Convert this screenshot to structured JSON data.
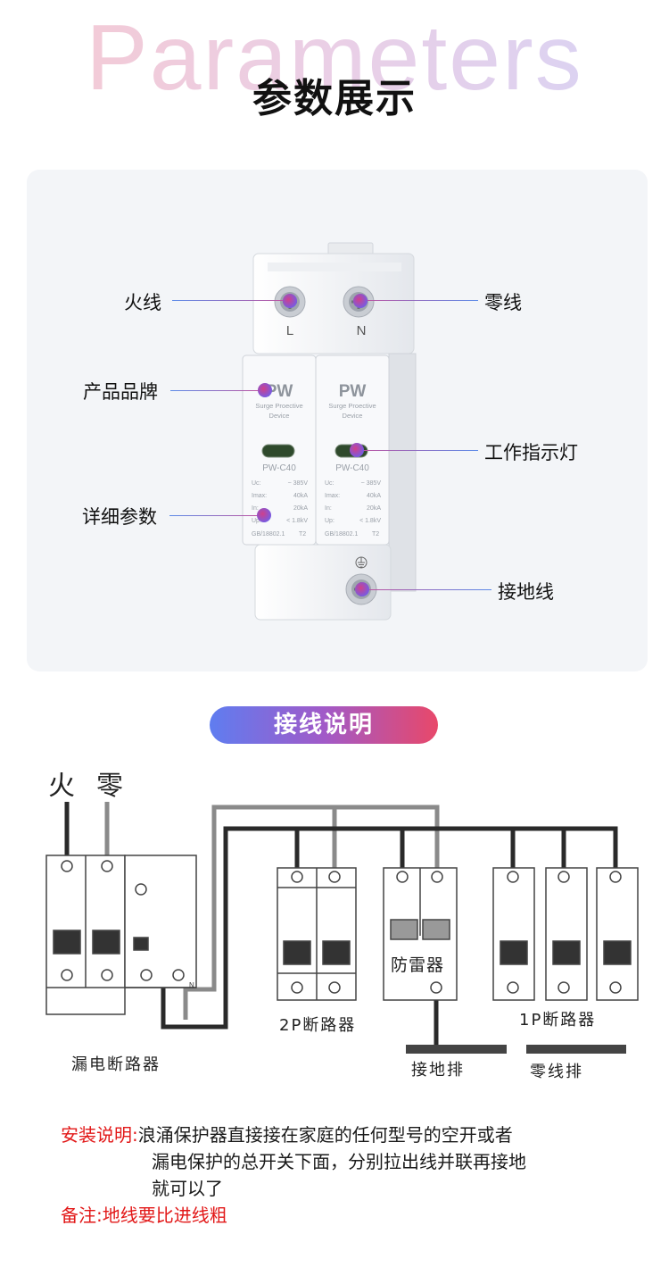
{
  "header": {
    "bg_word": "Parameters",
    "title": "参数展示"
  },
  "callouts": {
    "live": "火线",
    "neutral": "零线",
    "brand": "产品品牌",
    "indicator": "工作指示灯",
    "details": "详细参数",
    "ground": "接地线"
  },
  "device": {
    "terminal_left": "L",
    "terminal_right": "N",
    "brand_mark": "PW",
    "line1": "Surge Proective",
    "line2": "Device",
    "model": "PW-C40",
    "specs": [
      {
        "label": "Uc:",
        "value": "~ 385V"
      },
      {
        "label": "Imax:",
        "value": "40kA"
      },
      {
        "label": "In:",
        "value": "20kA"
      },
      {
        "label": "Up:",
        "value": "< 1.8kV"
      }
    ],
    "standard": "GB/18802.1",
    "class_mark": "T2"
  },
  "wiring": {
    "pill": "接线说明",
    "live": "火",
    "neutral": "零",
    "rcd": "漏电断路器",
    "rcd_n": "N",
    "breaker_2p": "2P断路器",
    "spd": "防雷器",
    "breaker_1p": "1P断路器",
    "ground_bar": "接地排",
    "neutral_bar": "零线排"
  },
  "notes": {
    "install_label": "安装说明:",
    "install_line1": "浪涌保护器直接接在家庭的任何型号的空开或者",
    "install_line2": "漏电保护的总开关下面，分别拉出线并联再接地",
    "install_line3": "就可以了",
    "remark_label": "备注:",
    "remark_text": "地线要比进线粗"
  },
  "colors": {
    "accent_red": "#e21818",
    "pill_start": "#5f7df0",
    "pill_end": "#e8486a"
  }
}
